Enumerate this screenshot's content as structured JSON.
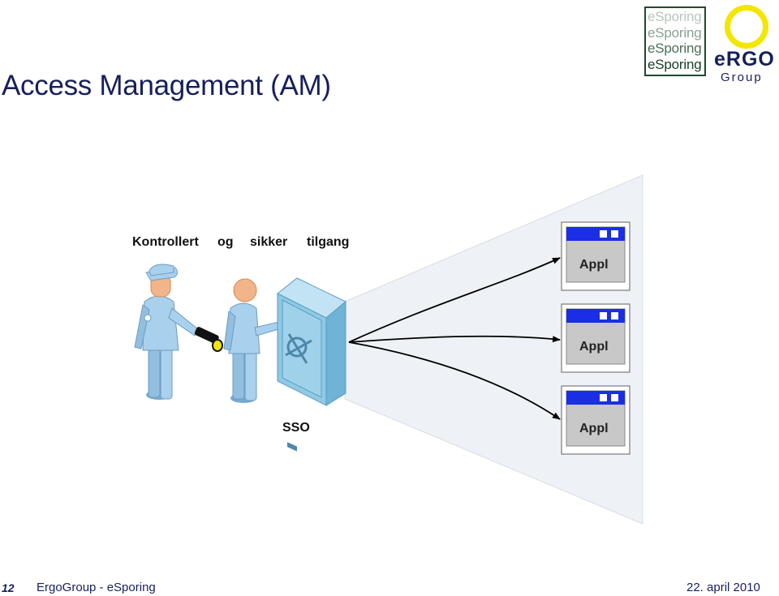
{
  "slide": {
    "title": "Access Management (AM)",
    "page_number": "12",
    "footer_text": "ErgoGroup - eSporing",
    "date": "22. april 2010"
  },
  "logos": {
    "esporing_lines": [
      "eSporing",
      "eSporing",
      "eSporing",
      "eSporing"
    ],
    "ergo_wordmark": "eRGO",
    "ergo_group": "Group"
  },
  "diagram": {
    "caption_words": [
      "Kontrollert",
      "og",
      "sikker",
      "tilgang"
    ],
    "sso_label": "SSO",
    "apps": [
      "Appl",
      "Appl",
      "Appl"
    ],
    "colors": {
      "figure_blue": "#a9d0ec",
      "safe_blue": "#8fc9e4",
      "beam": "#eef2f7",
      "window_titlebar": "#1a2ee6",
      "app_body": "#c8c8c8"
    }
  }
}
